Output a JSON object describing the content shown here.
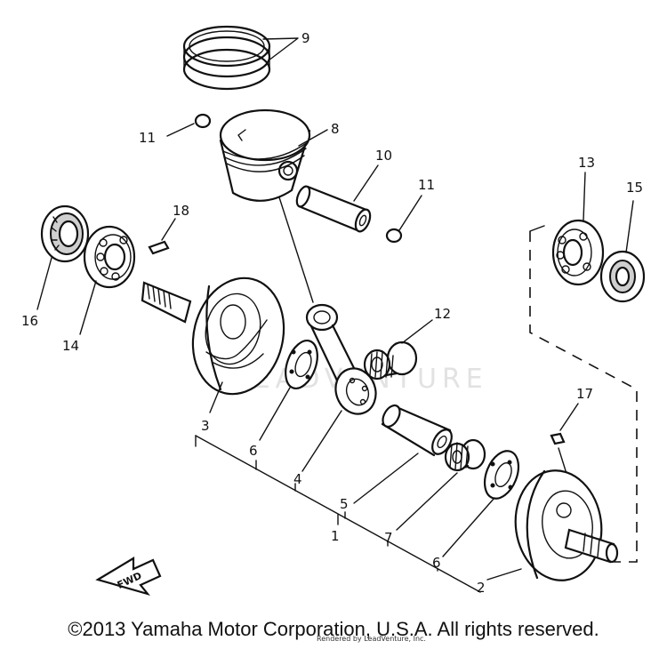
{
  "callouts": {
    "c1": "1",
    "c2": "2",
    "c3": "3",
    "c4": "4",
    "c5": "5",
    "c6a": "6",
    "c6b": "6",
    "c7": "7",
    "c8": "8",
    "c9": "9",
    "c10": "10",
    "c11a": "11",
    "c11b": "11",
    "c12": "12",
    "c13": "13",
    "c14": "14",
    "c15": "15",
    "c16": "16",
    "c17": "17",
    "c18": "18"
  },
  "fwd_label": "FWD",
  "watermark": "LEADVENTURE",
  "copyright": "©2013 Yamaha Motor Corporation, U.S.A. All rights reserved.",
  "rendered_by": "Rendered by LeadVenture, Inc."
}
